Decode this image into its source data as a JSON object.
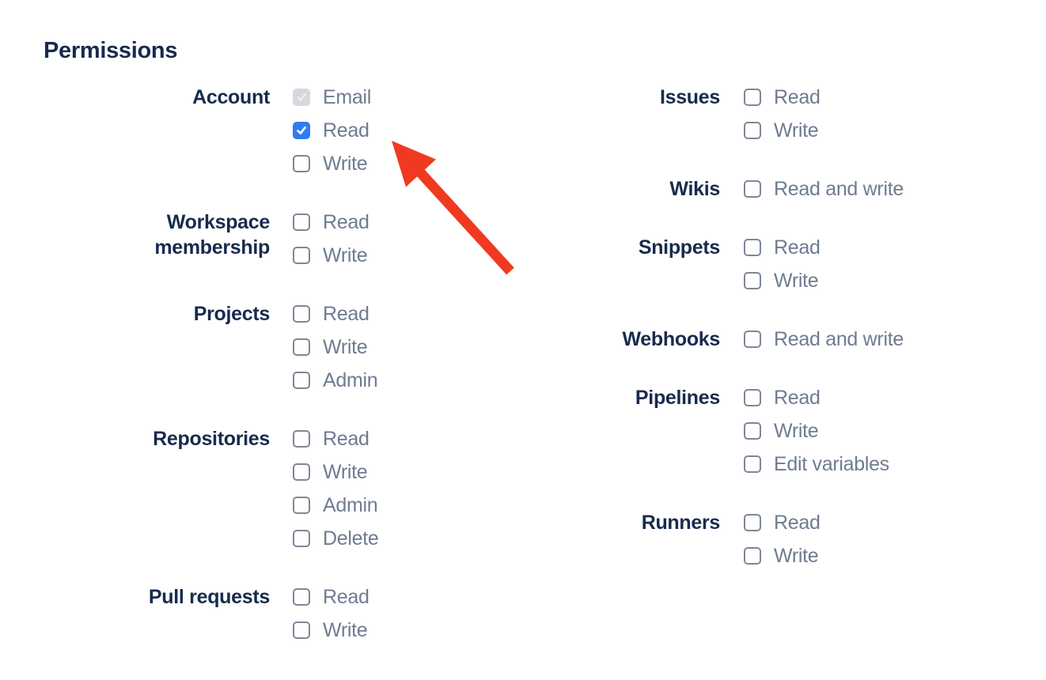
{
  "permissions": {
    "heading": "Permissions",
    "columns": [
      {
        "side": "left",
        "groups": [
          {
            "label": "Account",
            "options": [
              {
                "label": "Email",
                "state": "checked-disabled"
              },
              {
                "label": "Read",
                "state": "checked"
              },
              {
                "label": "Write",
                "state": "unchecked"
              }
            ]
          },
          {
            "label": "Workspace membership",
            "options": [
              {
                "label": "Read",
                "state": "unchecked"
              },
              {
                "label": "Write",
                "state": "unchecked"
              }
            ]
          },
          {
            "label": "Projects",
            "options": [
              {
                "label": "Read",
                "state": "unchecked"
              },
              {
                "label": "Write",
                "state": "unchecked"
              },
              {
                "label": "Admin",
                "state": "unchecked"
              }
            ]
          },
          {
            "label": "Repositories",
            "options": [
              {
                "label": "Read",
                "state": "unchecked"
              },
              {
                "label": "Write",
                "state": "unchecked"
              },
              {
                "label": "Admin",
                "state": "unchecked"
              },
              {
                "label": "Delete",
                "state": "unchecked"
              }
            ]
          },
          {
            "label": "Pull requests",
            "options": [
              {
                "label": "Read",
                "state": "unchecked"
              },
              {
                "label": "Write",
                "state": "unchecked"
              }
            ]
          }
        ]
      },
      {
        "side": "right",
        "groups": [
          {
            "label": "Issues",
            "options": [
              {
                "label": "Read",
                "state": "unchecked"
              },
              {
                "label": "Write",
                "state": "unchecked"
              }
            ]
          },
          {
            "label": "Wikis",
            "options": [
              {
                "label": "Read and write",
                "state": "unchecked"
              }
            ]
          },
          {
            "label": "Snippets",
            "options": [
              {
                "label": "Read",
                "state": "unchecked"
              },
              {
                "label": "Write",
                "state": "unchecked"
              }
            ]
          },
          {
            "label": "Webhooks",
            "options": [
              {
                "label": "Read and write",
                "state": "unchecked"
              }
            ]
          },
          {
            "label": "Pipelines",
            "options": [
              {
                "label": "Read",
                "state": "unchecked"
              },
              {
                "label": "Write",
                "state": "unchecked"
              },
              {
                "label": "Edit variables",
                "state": "unchecked"
              }
            ]
          },
          {
            "label": "Runners",
            "options": [
              {
                "label": "Read",
                "state": "unchecked"
              },
              {
                "label": "Write",
                "state": "unchecked"
              }
            ]
          }
        ]
      }
    ]
  },
  "annotation": {
    "type": "arrow",
    "points_to": "Account Read checkbox",
    "color": "#EF3A21"
  },
  "colors": {
    "heading_and_group_labels": "#172B4D",
    "option_labels": "#6E7B91",
    "checkbox_border": "#7E8799",
    "checked_checkbox": "#2E7CF2",
    "disabled_checked_checkbox_bg": "#D5D8DE",
    "background": "#FFFFFF"
  }
}
